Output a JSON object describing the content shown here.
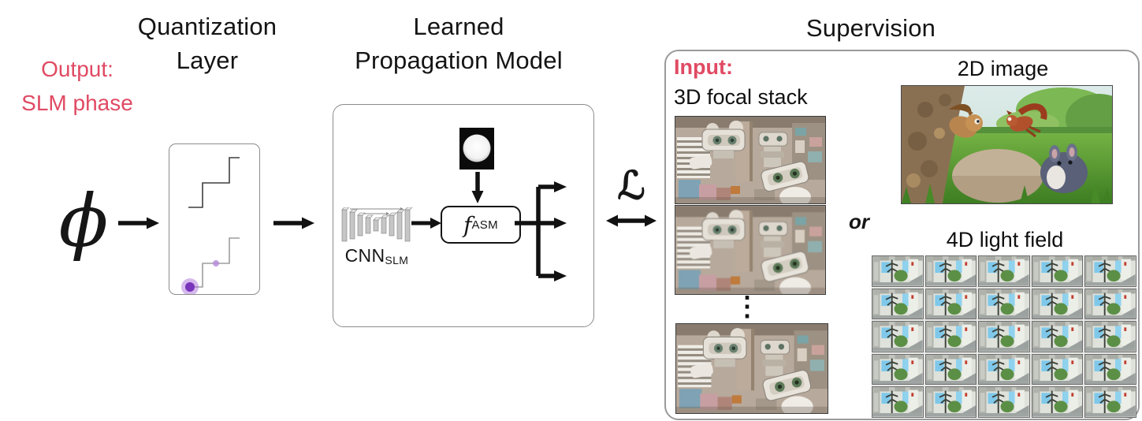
{
  "colors": {
    "accent": "#e04a63"
  },
  "headers": {
    "quantization": {
      "line1": "Quantization",
      "line2": "Layer"
    },
    "learned": {
      "line1": "Learned",
      "line2": "Propagation Model"
    },
    "supervision": "Supervision"
  },
  "output_label": {
    "line1": "Output:",
    "line2": "SLM phase"
  },
  "phi_symbol": "ϕ",
  "loss_symbol": "ℒ",
  "model": {
    "cnn_label": {
      "base": "CNN",
      "sub": "SLM"
    },
    "fasm_label": {
      "base": "f",
      "sub": "ASM"
    }
  },
  "supervision_panel": {
    "input_label": "Input:",
    "focal_stack_label": "3D focal stack",
    "ellipsis": "⋮",
    "or_label": "or",
    "image_2d_label": "2D image",
    "light_field_label": "4D light field",
    "lightfield_grid": {
      "rows": 5,
      "cols": 5
    }
  }
}
